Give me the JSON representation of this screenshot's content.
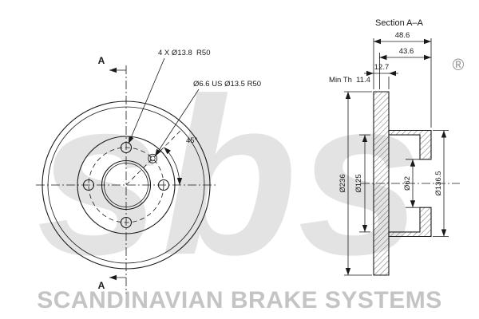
{
  "watermark": {
    "brand": "sbs",
    "registered": "®",
    "footer": "SCANDINAVIAN BRAKE SYSTEMS"
  },
  "front_view": {
    "section_label_top": "A",
    "section_label_bottom": "A",
    "callout_bolt_holes": "4 X Ø13.8  R50",
    "callout_screw_hole": "Ø6.6 US Ø13.5 R50",
    "angle_label": "45°"
  },
  "section_view": {
    "title": "Section A–A",
    "dims": {
      "overall_width": "48.6",
      "hat_depth": "43.6",
      "disc_thickness": "12.7",
      "min_thickness": "Min Th  11.4",
      "outer_diameter": "Ø236",
      "recess_diameter": "Ø125",
      "bore_diameter": "Ø62",
      "hat_diameter": "Ø136.5"
    }
  },
  "colors": {
    "line": "#1a1a1a",
    "watermark": "#e3e3e3",
    "footer_text": "#c4c4c4"
  }
}
